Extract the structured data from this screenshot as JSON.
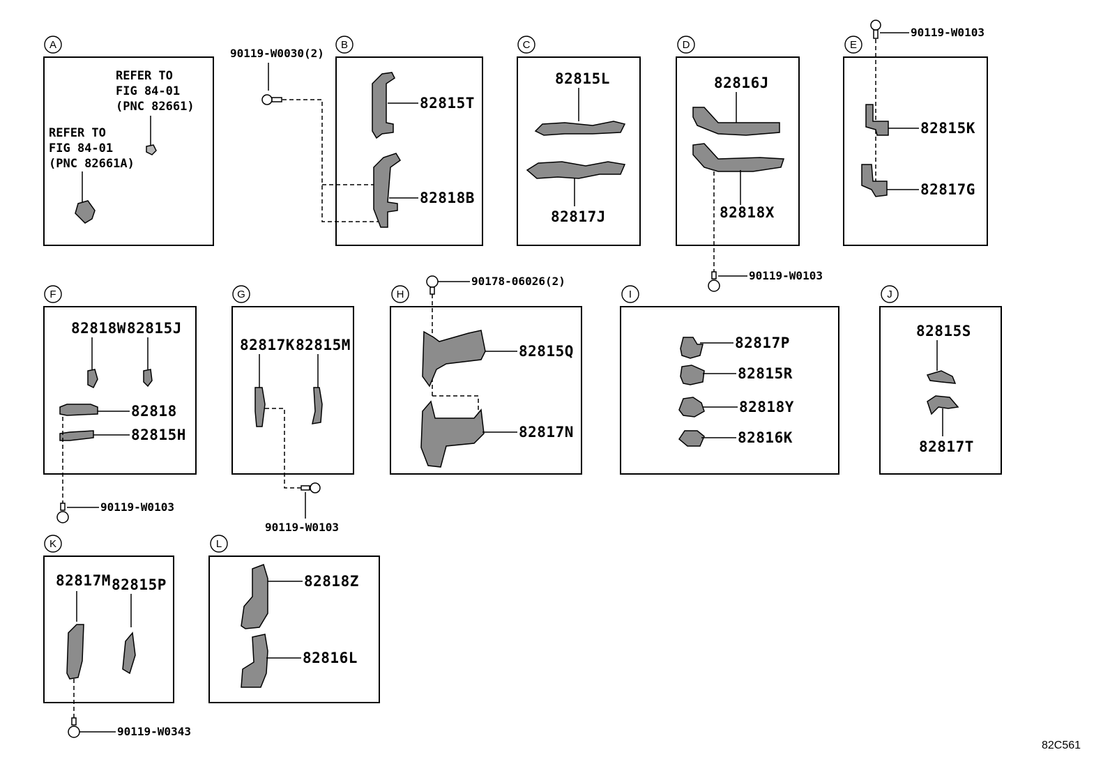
{
  "diagram_code": "82C561",
  "sections": {
    "A": {
      "letter": "A",
      "ref1": [
        "REFER TO",
        "FIG 84-01",
        "(PNC 82661)"
      ],
      "ref2": [
        "REFER TO",
        "FIG 84-01",
        "(PNC 82661A)"
      ]
    },
    "B": {
      "letter": "B",
      "parts": [
        "82815T",
        "82818B"
      ],
      "bolt": "90119-W0030(2)"
    },
    "C": {
      "letter": "C",
      "parts": [
        "82815L",
        "82817J"
      ]
    },
    "D": {
      "letter": "D",
      "parts": [
        "82816J",
        "82818X"
      ],
      "bolt": "90119-W0103"
    },
    "E": {
      "letter": "E",
      "parts": [
        "82815K",
        "82817G"
      ],
      "bolt": "90119-W0103"
    },
    "F": {
      "letter": "F",
      "parts": [
        "82818W",
        "82815J",
        "82818",
        "82815H"
      ],
      "bolt": "90119-W0103"
    },
    "G": {
      "letter": "G",
      "parts": [
        "82817K",
        "82815M"
      ],
      "bolt": "90119-W0103"
    },
    "H": {
      "letter": "H",
      "parts": [
        "82815Q",
        "82817N"
      ],
      "bolt": "90178-06026(2)"
    },
    "I": {
      "letter": "I",
      "parts": [
        "82817P",
        "82815R",
        "82818Y",
        "82816K"
      ]
    },
    "J": {
      "letter": "J",
      "parts": [
        "82815S",
        "82817T"
      ]
    },
    "K": {
      "letter": "K",
      "parts": [
        "82817M",
        "82815P"
      ],
      "bolt": "90119-W0343"
    },
    "L": {
      "letter": "L",
      "parts": [
        "82818Z",
        "82816L"
      ]
    }
  }
}
